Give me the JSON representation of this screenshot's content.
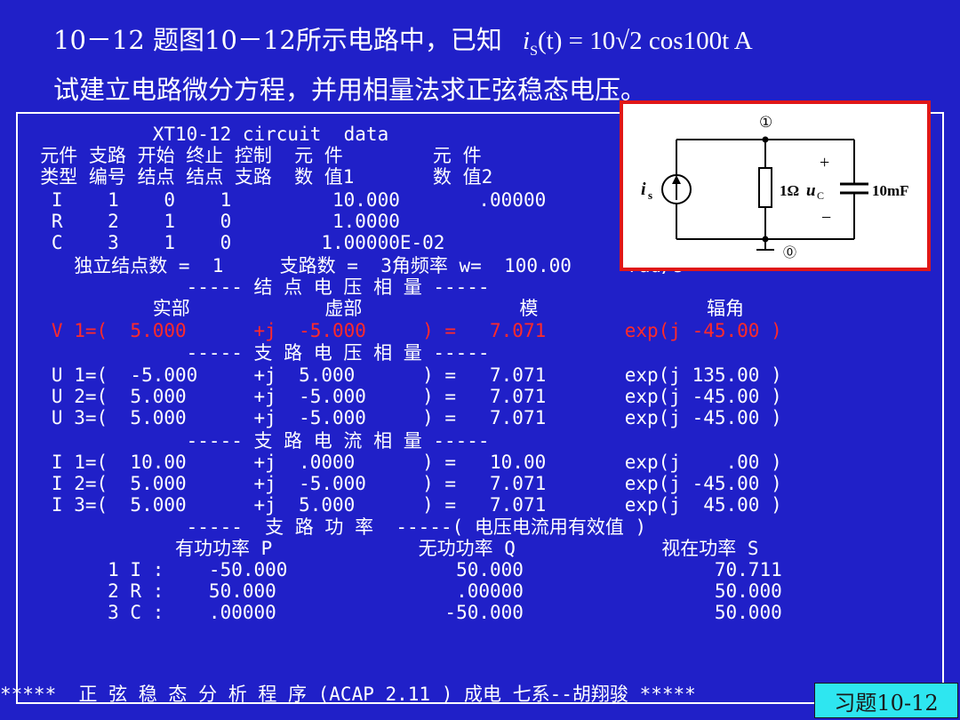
{
  "problem": {
    "line1": "10－12 题图10－12所示电路中，已知",
    "formula_lhs": "i",
    "formula_sub": "S",
    "formula_rest": "(t) = 10√2 cos100t A",
    "line2": "试建立电路微分方程，并用相量法求正弦稳态电压。"
  },
  "table": {
    "rows": [
      "            XT10-12 circuit  data",
      "  元件 支路 开始 终止 控制  元 件        元 件",
      "  类型 编号 结点 结点 支路  数 值1       数 值2",
      "   I    1    0    1         10.000       .00000",
      "   R    2    1    0         1.0000",
      "   C    3    1    0        1.00000E-02",
      "     独立结点数 =  1     支路数 =  3角频率 w=  100.00     rad/s",
      "               ----- 结 点 电 压 相 量 -----",
      "            实部            虚部              模               辐角",
      "   V 1=(  5.000      +j  -5.000     ) =   7.071       exp(j -45.00 )",
      "               ----- 支 路 电 压 相 量 -----",
      "   U 1=(  -5.000     +j  5.000      ) =   7.071       exp(j 135.00 )",
      "   U 2=(  5.000      +j  -5.000     ) =   7.071       exp(j -45.00 )",
      "   U 3=(  5.000      +j  -5.000     ) =   7.071       exp(j -45.00 )",
      "               ----- 支 路 电 流 相 量 -----",
      "   I 1=(  10.00      +j  .0000      ) =   10.00       exp(j    .00 )",
      "   I 2=(  5.000      +j  -5.000     ) =   7.071       exp(j -45.00 )",
      "   I 3=(  5.000      +j  5.000      ) =   7.071       exp(j  45.00 )",
      "               -----  支 路 功 率  -----( 电压电流用有效值 )",
      "              有功功率 P             无功功率 Q             视在功率 S",
      "        1 I :    -50.000               50.000                 70.711",
      "        2 R :    50.000                .00000                 50.000",
      "        3 C :    .00000               -50.000                 50.000"
    ]
  },
  "footer": "*****  正 弦 稳 态 分 析 程 序 (ACAP 2.11 ) 成电 七系--胡翔骏 *****",
  "badge": "习题10-12",
  "circuit": {
    "node1": "①",
    "node0": "⓪",
    "source_label": "i",
    "source_sub": "s",
    "resistor_label": "1Ω",
    "voltage_label": "u",
    "voltage_sub": "C",
    "plus": "+",
    "minus": "−",
    "cap_label": "10mF"
  },
  "colors": {
    "background": "#2020c8",
    "highlight": "#ff2a2a",
    "badge": "#2ee6f0",
    "frame": "#e01818"
  }
}
